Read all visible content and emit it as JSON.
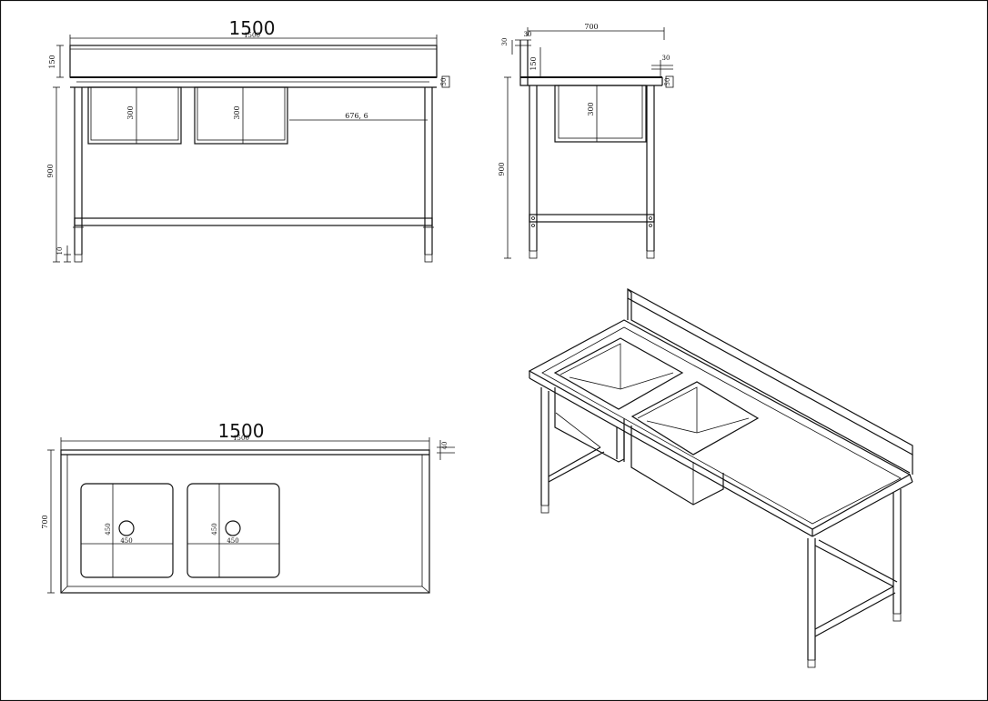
{
  "front_view": {
    "overall_width_large": "1500",
    "overall_width_small": "1500",
    "splash_height": "150",
    "leg_height": "900",
    "foot_height": "10",
    "bowl_depth_1": "300",
    "bowl_depth_2": "300",
    "drainboard_length": "676, 6",
    "edge_thickness": "50"
  },
  "side_view": {
    "depth": "700",
    "splash_top": "30",
    "splash_height": "150",
    "leg_height": "900",
    "bowl_depth": "300",
    "front_lip": "30",
    "edge_thickness": "50"
  },
  "plan_view": {
    "overall_width_large": "1500",
    "overall_width_small": "1500",
    "depth": "700",
    "lip": "40",
    "bowl1_size": "450",
    "bowl1_width": "450",
    "bowl2_size": "450",
    "bowl2_width": "450"
  }
}
